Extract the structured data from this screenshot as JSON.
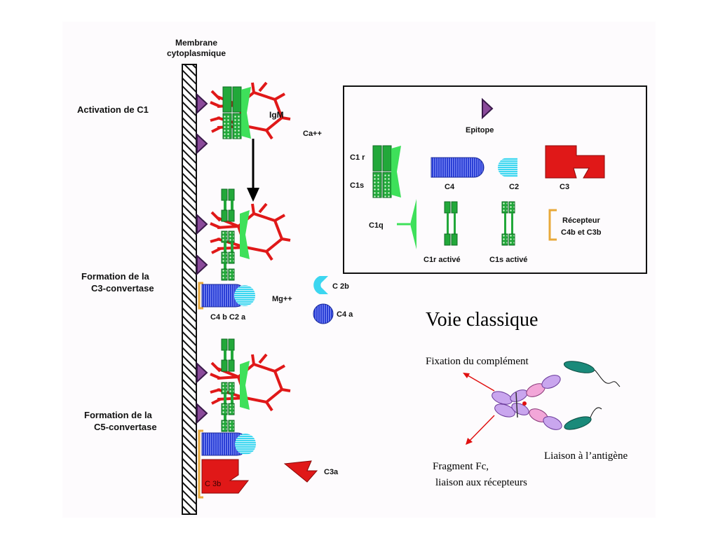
{
  "colors": {
    "panel_bg": "#fdfbfd",
    "green": "#22a83a",
    "green_light": "#3ee05a",
    "red": "#e01818",
    "blue": "#2a3fd6",
    "cyan": "#3cd6f0",
    "purple": "#8a4a9a",
    "orange": "#e8a93a",
    "lavender": "#c9a6ee",
    "pink": "#f2a6d8",
    "teal": "#1a8a7a",
    "arrow_red": "#e01010"
  },
  "labels": {
    "membrane": [
      "Membrane",
      "cytoplasmique"
    ],
    "activation": "Activation  de  C1",
    "igm": "IgM",
    "ca": "Ca++",
    "c3_convertase": [
      "Formation  de  la",
      "C3-convertase"
    ],
    "mg": "Mg++",
    "c4b_c2a": "C4 b   C2 a",
    "c2b": "C 2b",
    "c4a": "C4 a",
    "c5_convertase": [
      "Formation  de  la",
      "C5-convertase"
    ],
    "c3b": "C 3b",
    "c3a": "C3a"
  },
  "legend": {
    "epitope": "Epitope",
    "c1r": "C1 r",
    "c1s": "C1s",
    "c4": "C4",
    "c2": "C2",
    "c3": "C3",
    "c1q": "C1q",
    "c1r_active": "C1r   activé",
    "c1s_active": "C1s   activé",
    "receptor": [
      "Récepteur",
      "C4b et C3b"
    ]
  },
  "right": {
    "title": "Voie classique",
    "fixation": "Fixation du complément",
    "antigen": "Liaison à l’antigène",
    "fc": [
      "Fragment Fc,",
      "liaison aux récepteurs"
    ]
  },
  "icons": [
    "epitope-icon",
    "igm-icon",
    "c1q-icon",
    "c4-icon",
    "c2-icon",
    "c3-icon",
    "antibody-icon"
  ]
}
